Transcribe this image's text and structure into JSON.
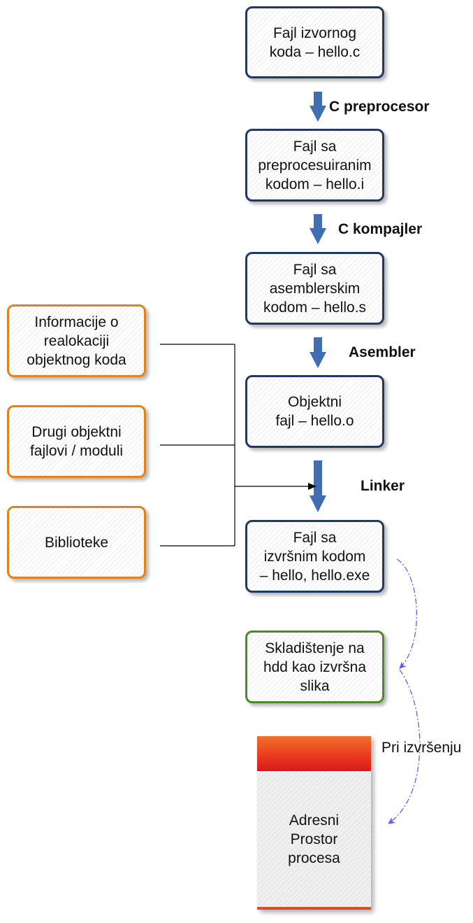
{
  "main_flow": [
    {
      "id": "source",
      "text": "Fajl izvornog\nkoda – hello.c"
    },
    {
      "id": "preprocessed",
      "text": "Fajl sa\npreprocesuiranim\nkodom – hello.i"
    },
    {
      "id": "assembly",
      "text": "Fajl sa\nasemblerskim\nkodom – hello.s"
    },
    {
      "id": "object",
      "text": "Objektni\nfajl – hello.o"
    },
    {
      "id": "executable",
      "text": "Fajl sa\nizvršnim kodom\n– hello, hello.exe"
    }
  ],
  "steps": [
    "C preprocesor",
    "C kompajler",
    "Asembler",
    "Linker"
  ],
  "side_inputs": [
    {
      "id": "relocation",
      "text": "Informacije o\nrealokaciji\nobjektnog koda"
    },
    {
      "id": "other-objects",
      "text": "Drugi objektni\nfajlovi / moduli"
    },
    {
      "id": "libraries",
      "text": "Biblioteke"
    }
  ],
  "storage": {
    "text": "Skladištenje na\nhdd kao izvršna\nslika"
  },
  "execution_label": "Pri izvršenju",
  "process": {
    "text": "Adresni\nProstor\nprocesa"
  },
  "colors": {
    "main_border": "#203864",
    "side_border": "#e2821b",
    "storage_border": "#4b8b2a",
    "flow_arrow": "#3f6eb3",
    "dashed_arrow": "#6b5be8",
    "process_header": "#e8381e"
  }
}
